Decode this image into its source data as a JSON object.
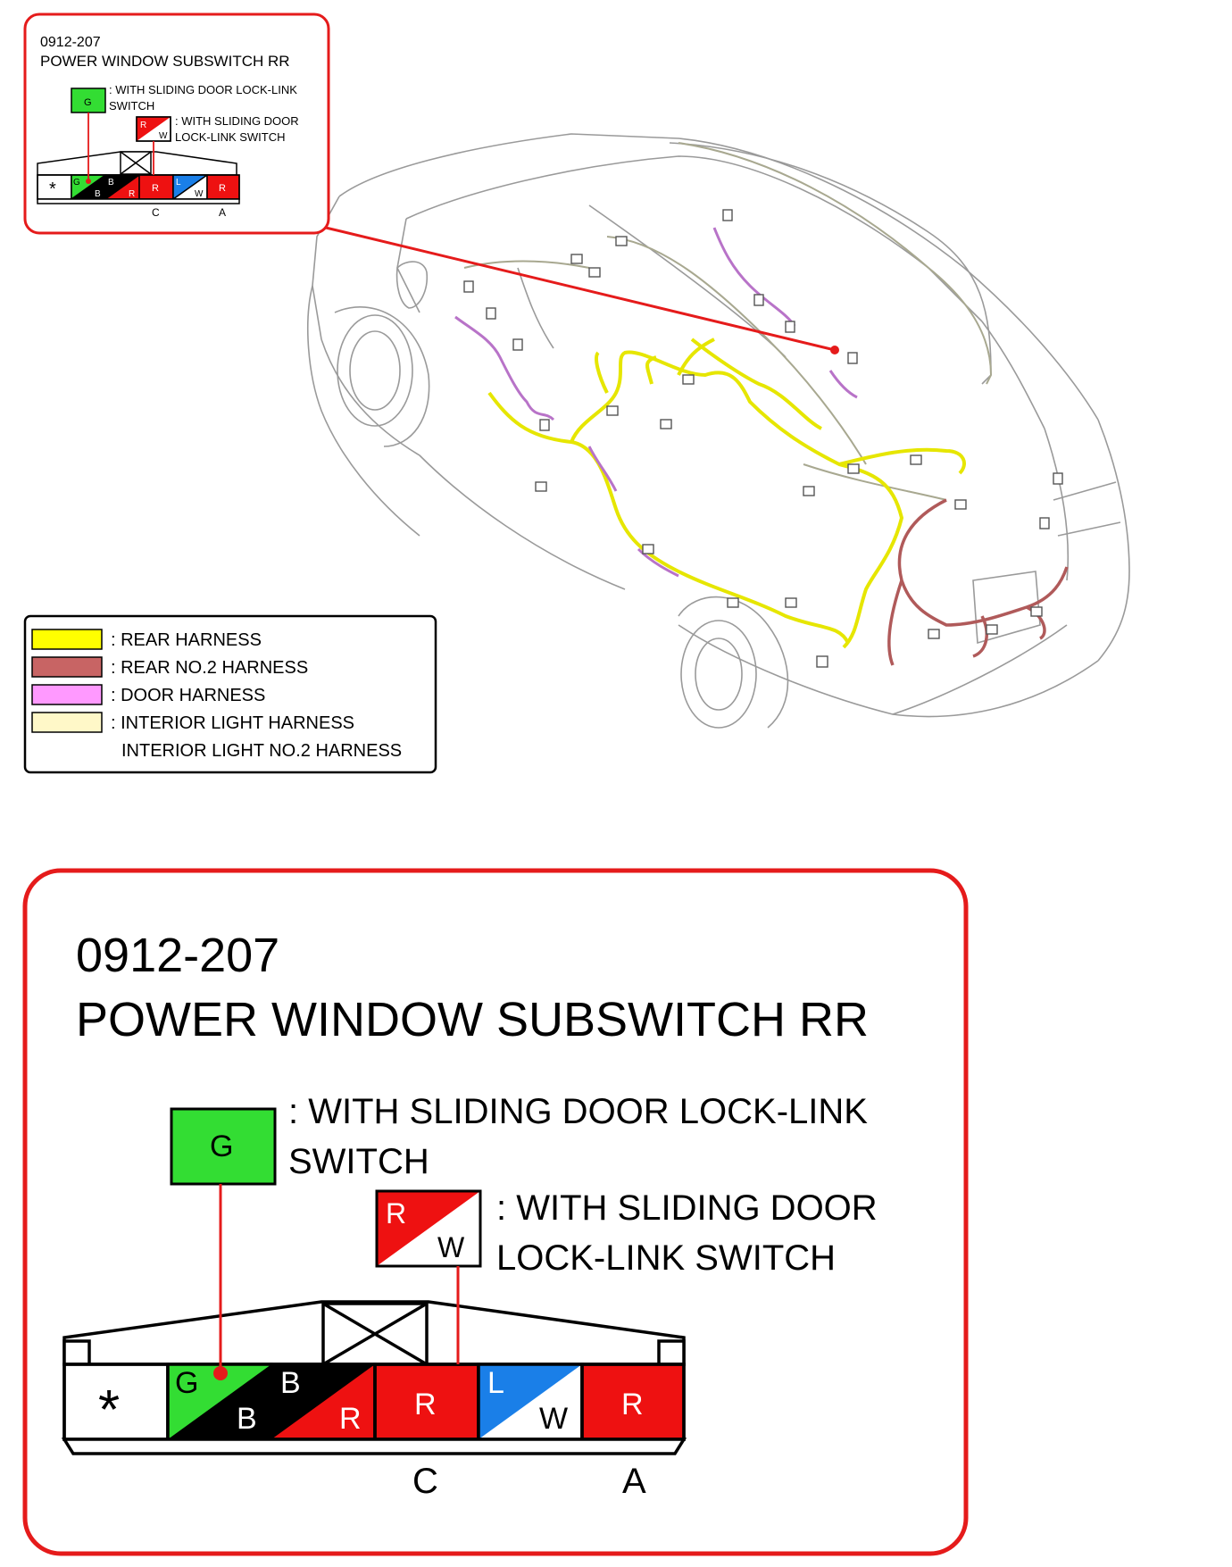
{
  "connector": {
    "code": "0912-207",
    "name": "POWER WINDOW SUBSWITCH RR",
    "note_green": ": WITH SLIDING DOOR LOCK-LINK SWITCH",
    "note_green_line1": ": WITH SLIDING DOOR LOCK-LINK",
    "note_green_line2": "SWITCH",
    "note_rw_line1": ": WITH SLIDING DOOR",
    "note_rw_line2": "LOCK-LINK SWITCH",
    "option_green_label": "G",
    "option_rw_labels": [
      "R",
      "W"
    ],
    "terminals": [
      {
        "id": "t1",
        "symbol": "*",
        "fill": "#ffffff"
      },
      {
        "id": "t2",
        "labels": [
          "G",
          "B"
        ],
        "colors": [
          "#33dd33",
          "#000000"
        ]
      },
      {
        "id": "t3",
        "labels": [
          "B",
          "R"
        ],
        "colors": [
          "#000000",
          "#ee1111"
        ]
      },
      {
        "id": "t4",
        "labels": [
          "R"
        ],
        "colors": [
          "#ee1111"
        ]
      },
      {
        "id": "t5",
        "labels": [
          "L",
          "W"
        ],
        "colors": [
          "#1a7fe8",
          "#ffffff"
        ]
      },
      {
        "id": "t6",
        "labels": [
          "R"
        ],
        "colors": [
          "#ee1111"
        ]
      }
    ],
    "pin_labels": {
      "c": "C",
      "a": "A"
    }
  },
  "legend": {
    "items": [
      {
        "label": ": REAR HARNESS",
        "color": "#ffff00"
      },
      {
        "label": ": REAR NO.2 HARNESS",
        "color": "#c86464"
      },
      {
        "label": ": DOOR HARNESS",
        "color": "#ff99ff"
      },
      {
        "label": ": INTERIOR LIGHT HARNESS",
        "color": "#fff8c8"
      }
    ],
    "extra_line": "INTERIOR LIGHT NO.2 HARNESS"
  },
  "colors": {
    "frame_red": "#e51b1b",
    "rear_harness": "#e6e600",
    "rear_no2_harness": "#b05a5a",
    "door_harness": "#b873c8",
    "interior_harness": "#bfbf90",
    "car_outline": "#9a9a9a"
  }
}
